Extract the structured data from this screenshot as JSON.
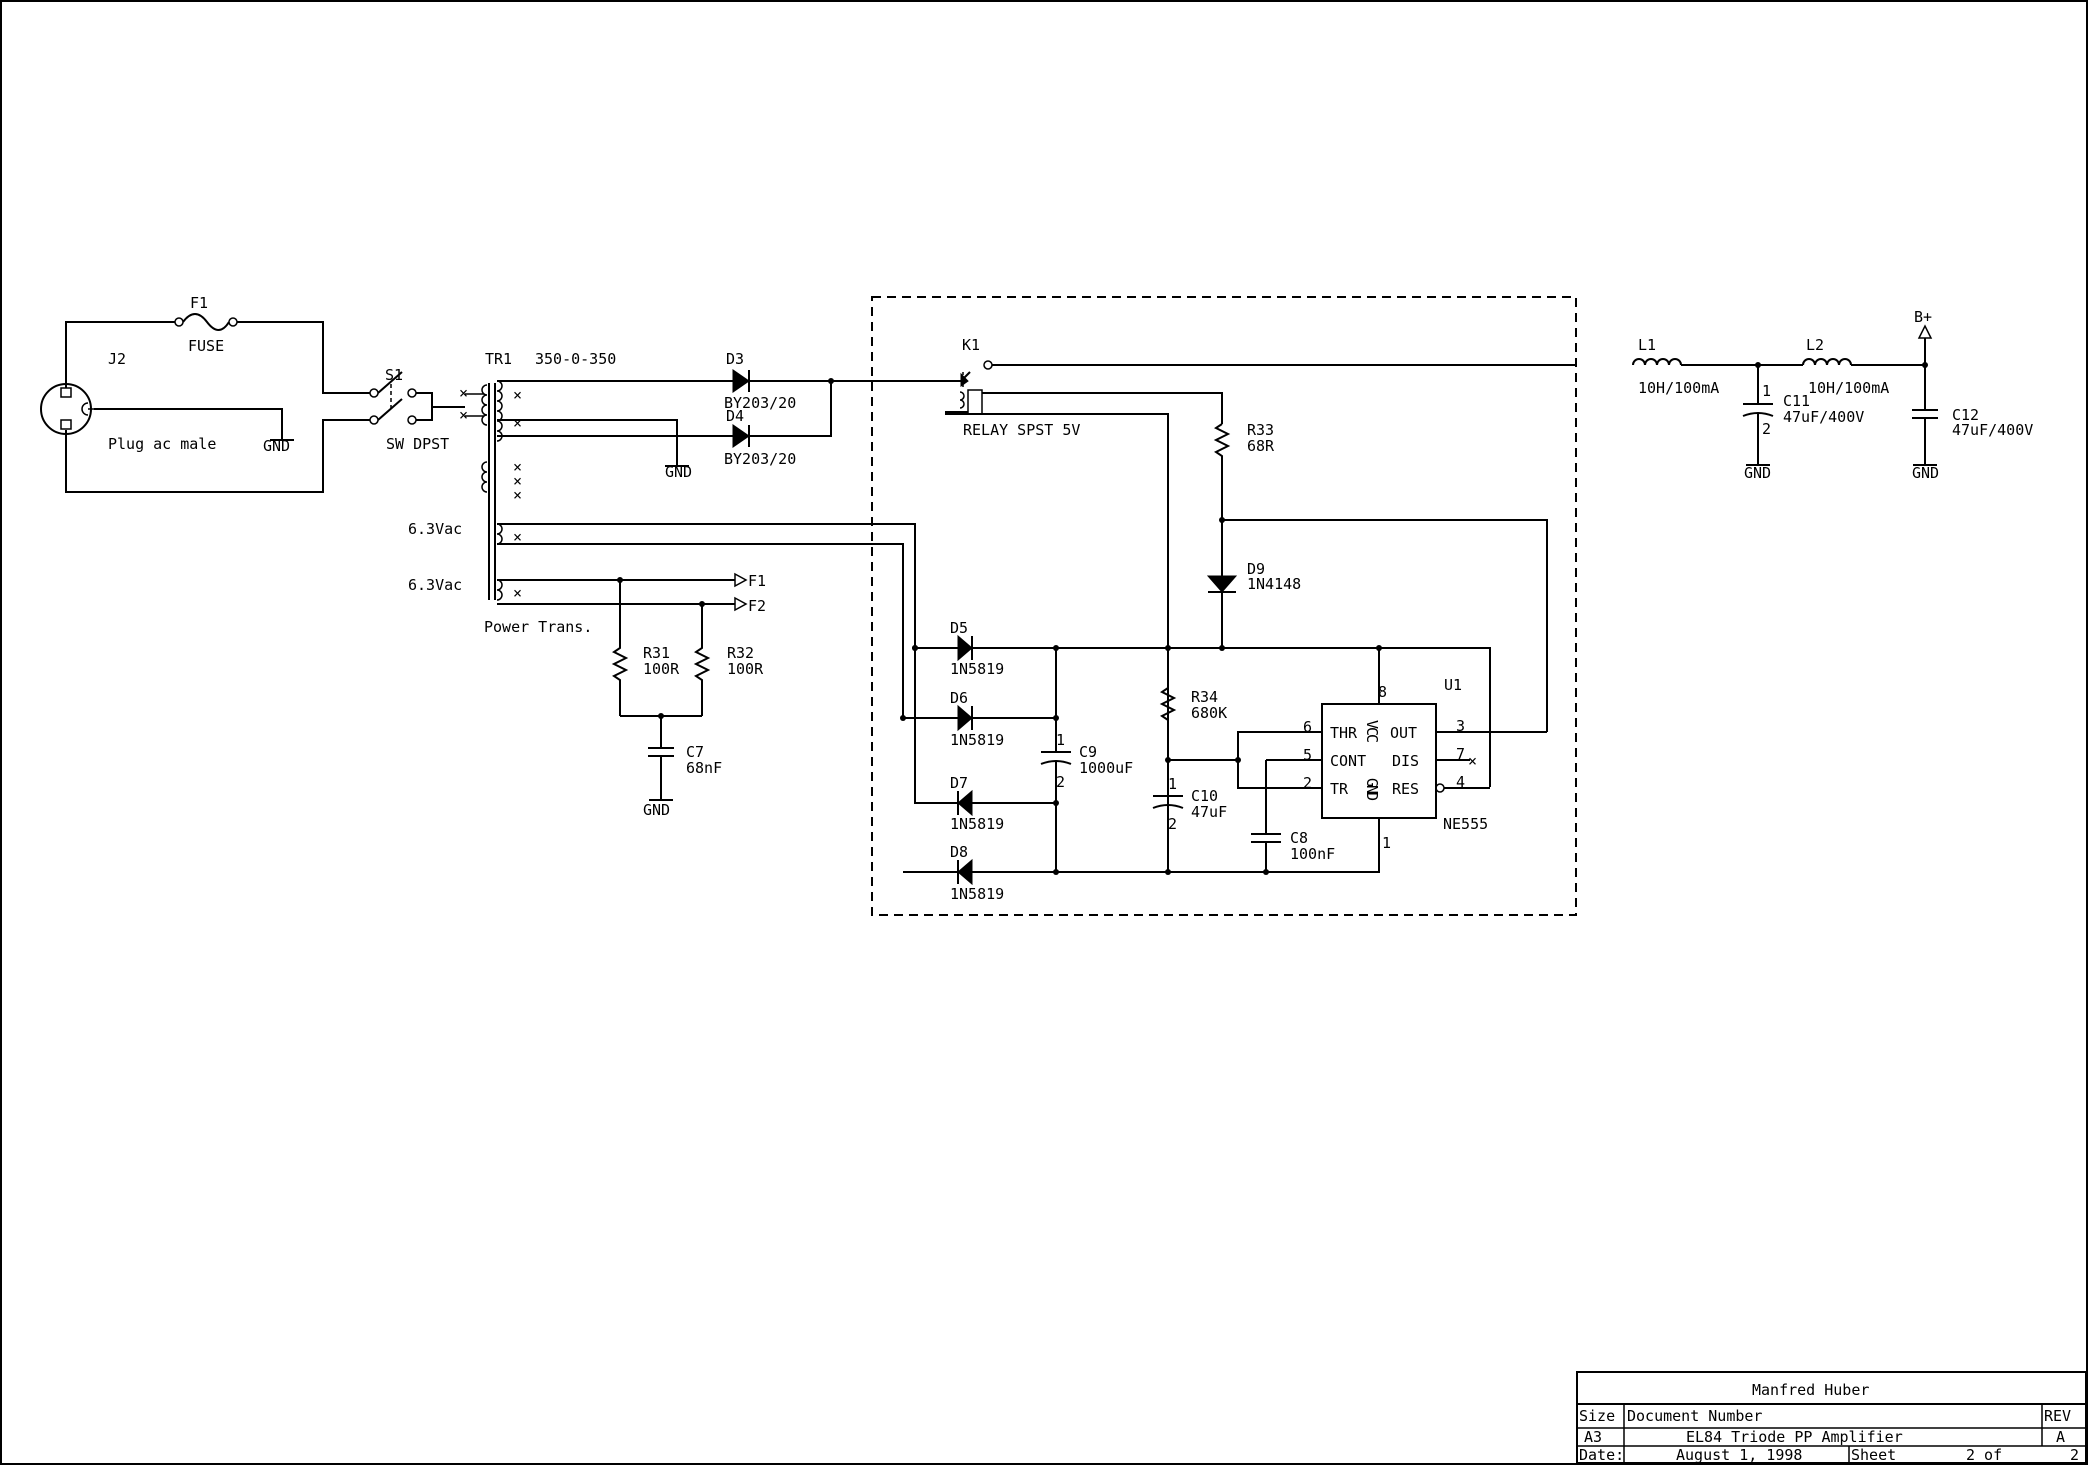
{
  "labels": {
    "j2": "J2",
    "plug": "Plug ac male",
    "gnd": "GND",
    "f1": "F1",
    "fuse": "FUSE",
    "s1": "S1",
    "sw": "SW DPST",
    "tr1": "TR1",
    "tr1_rating": "350-0-350",
    "heater1": "6.3Vac",
    "heater2": "6.3Vac",
    "power_trans": "Power Trans.",
    "d3": "D3",
    "d3_part": "BY203/20",
    "d4": "D4",
    "d4_part": "BY203/20",
    "f1_out": "F1",
    "f2_out": "F2",
    "r31": "R31",
    "r31_val": "100R",
    "r32": "R32",
    "r32_val": "100R",
    "c7": "C7",
    "c7_val": "68nF",
    "k1": "K1",
    "relay": "RELAY SPST 5V",
    "r33": "R33",
    "r33_val": "68R",
    "d9": "D9",
    "d9_part": "1N4148",
    "d5": "D5",
    "d6": "D6",
    "d7": "D7",
    "d8": "D8",
    "schottky": "1N5819",
    "c9": "C9",
    "c9_val": "1000uF",
    "r34": "R34",
    "r34_val": "680K",
    "c10": "C10",
    "c10_val": "47uF",
    "c8": "C8",
    "c8_val": "100nF",
    "u1": "U1",
    "u1_part": "NE555",
    "pin_thr": "THR",
    "pin_cont": "CONT",
    "pin_tr": "TR",
    "pin_out": "OUT",
    "pin_dis": "DIS",
    "pin_res": "RES",
    "pin_vcc": "VCC",
    "pin_gnd": "GND",
    "pn8": "8",
    "pn6": "6",
    "pn5": "5",
    "pn2": "2",
    "pn3": "3",
    "pn7": "7",
    "pn4": "4",
    "pn1": "1",
    "cap_pin1": "1",
    "cap_pin2": "2",
    "l1": "L1",
    "l1_val": "10H/100mA",
    "l2": "L2",
    "l2_val": "10H/100mA",
    "c11": "C11",
    "c11_val": "47uF/400V",
    "c12": "C12",
    "c12_val": "47uF/400V",
    "bplus": "B+"
  },
  "title_block": {
    "author": "Manfred Huber",
    "size_label": "Size",
    "size": "A3",
    "docnum_label": "Document Number",
    "docnum": "EL84 Triode PP Amplifier",
    "rev_label": "REV",
    "rev": "A",
    "date_label": "Date:",
    "date": "August  1, 1998",
    "sheet_label": "Sheet",
    "sheet_of": "2 of",
    "sheet_total": "2"
  }
}
